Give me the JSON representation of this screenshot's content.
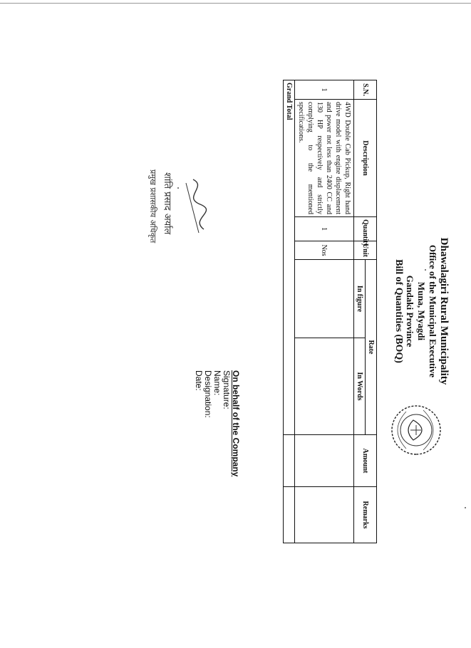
{
  "header": {
    "line1": "Dhawalagiri Rural Municipality",
    "line2": "Office of the Municipal Executive",
    "line3": "Muna, Myagdi",
    "line4": "Gandaki Province",
    "line5": "Bill of Quantities (BOQ)"
  },
  "table": {
    "headers": {
      "sn": "S.N.",
      "description": "Description",
      "quantity": "Quantity",
      "unit": "Unit",
      "rate": "Rate",
      "in_figure": "In figure",
      "in_words": "In Words",
      "amount": "Amount",
      "remarks": "Remarks"
    },
    "rows": [
      {
        "sn": "1",
        "description": "4WD Double Cab Pickup, Right hand drive model with engine displacement and power not less than 2400 CC and 130 HP respectively and strictly complying to the mentioned specifications.",
        "quantity": "1",
        "unit": "Nos",
        "in_figure": "",
        "in_words": "",
        "amount": "",
        "remarks": ""
      }
    ],
    "grand_total_label": "Grand Total"
  },
  "company": {
    "title": "On behalf of the Company",
    "signature": "Signature:",
    "name": "Name:",
    "designation": "Designation:",
    "date": "Date:"
  },
  "handwritten": {
    "line1": "शांति प्रसाद अर्याल",
    "line2": "प्रमुख प्रशासकीय अधिकृत"
  }
}
